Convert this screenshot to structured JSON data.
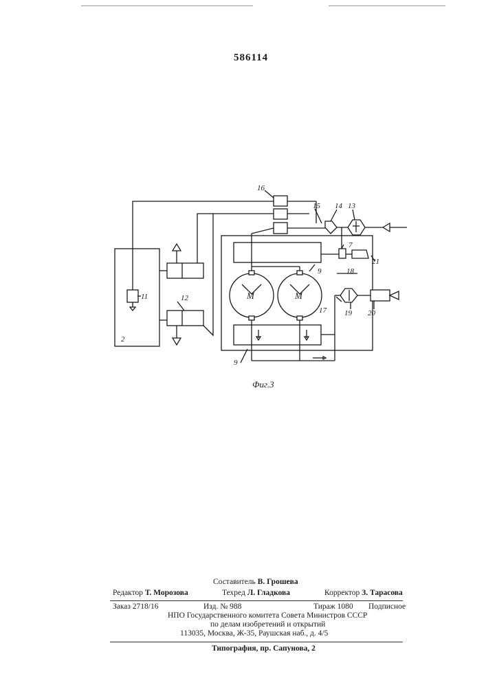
{
  "header": {
    "patent_number": "586114"
  },
  "figure": {
    "caption": "Фиг.3",
    "labels": {
      "l2": "2",
      "l7": "7",
      "l9a": "9",
      "l9b": "9",
      "l11": "11",
      "l12": "12",
      "l13": "13",
      "l14": "14",
      "l15": "15",
      "l16": "16",
      "l17": "17",
      "l18": "18",
      "l19": "19",
      "l20": "20",
      "l21": "21",
      "motor1": "М",
      "motor2": "М"
    }
  },
  "footer": {
    "compiler_label": "Составитель",
    "compiler_name": "В. Грошева",
    "editor_label": "Редактор",
    "editor_name": "Т. Морозова",
    "techred_label": "Техред",
    "techred_name": "Л. Гладкова",
    "corrector_label": "Корректор",
    "corrector_name": "З. Тарасова",
    "order": "Заказ 2718/16",
    "issue": "Изд. № 988",
    "print_run": "Тираж 1080",
    "subscription": "Подписное",
    "org_line1": "НПО Государственного комитета Совета Министров СССР",
    "org_line2": "по делам изобретений и открытий",
    "address": "113035, Москва, Ж-35, Раушская наб., д. 4/5",
    "printer": "Типография, пр. Сапунова, 2"
  }
}
